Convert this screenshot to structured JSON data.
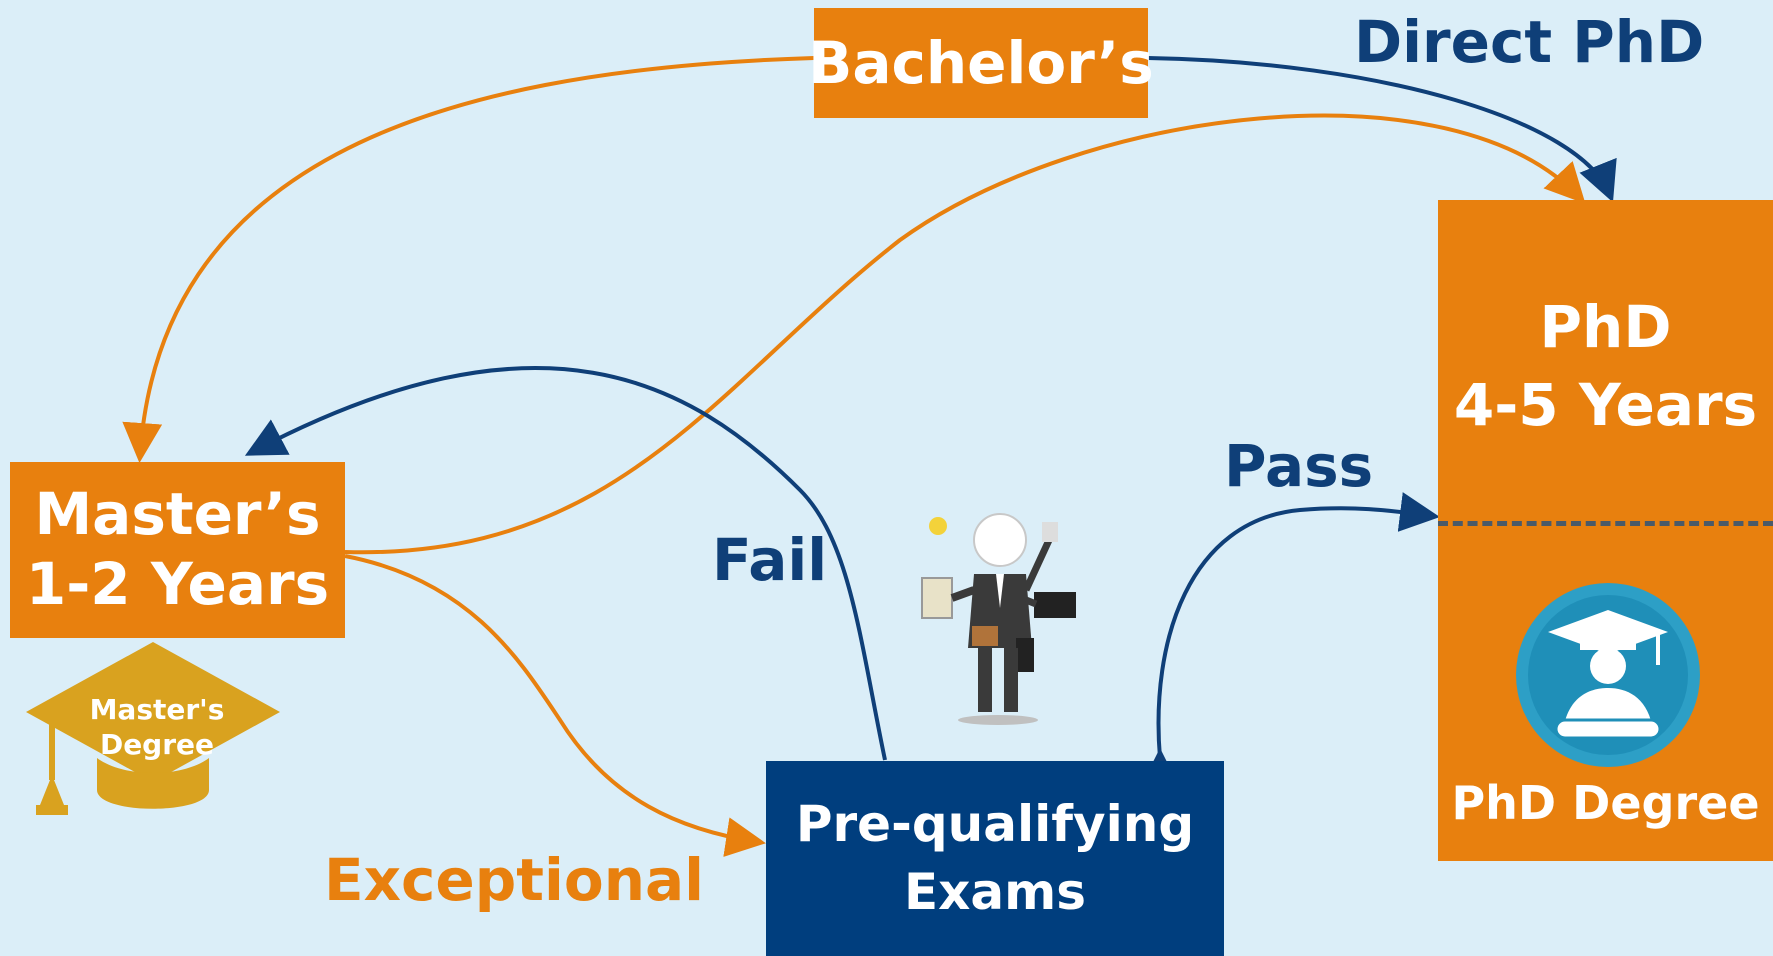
{
  "nodes": {
    "bachelors": "Bachelor’s",
    "masters_line1": "Master’s",
    "masters_line2": "1-2 Years",
    "prequal_line1": "Pre-qualifying",
    "prequal_line2": "Exams",
    "phd_line1": "PhD",
    "phd_line2": "4-5 Years",
    "phd_degree": "PhD Degree",
    "masters_badge_line1": "Master's",
    "masters_badge_line2": "Degree"
  },
  "edge_labels": {
    "direct_phd": "Direct PhD",
    "pass": "Pass",
    "fail": "Fail",
    "exceptional": "Exceptional"
  },
  "icons": [
    "graduation-cap-badge-icon",
    "multitasking-person-icon",
    "graduate-avatar-icon"
  ],
  "colors": {
    "orange": "#e8800e",
    "navy": "#003e7e",
    "background": "#dbeef8",
    "badge_gold": "#d9a21f",
    "icon_teal": "#2d9fc6"
  }
}
